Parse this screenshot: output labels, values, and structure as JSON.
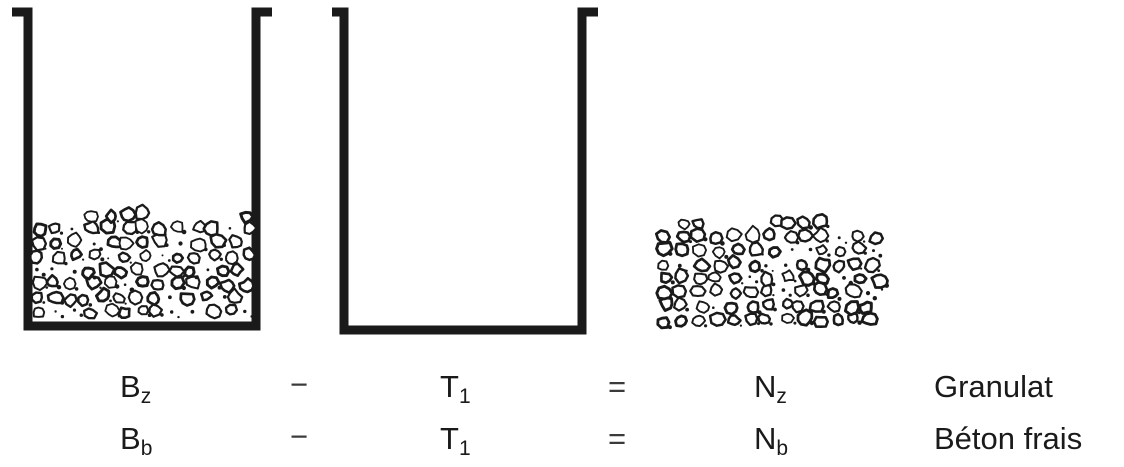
{
  "diagram": {
    "rows": [
      {
        "left": "B",
        "left_sub": "z",
        "op1": "−",
        "mid": "T",
        "mid_sub": "1",
        "op2": "=",
        "right": "N",
        "right_sub": "z",
        "label": "Granulat"
      },
      {
        "left": "B",
        "left_sub": "b",
        "op1": "−",
        "mid": "T",
        "mid_sub": "1",
        "op2": "=",
        "right": "N",
        "right_sub": "b",
        "label": "Béton frais"
      }
    ],
    "containers": [
      {
        "id": "filled-container",
        "content": "aggregate"
      },
      {
        "id": "empty-container",
        "content": "empty"
      },
      {
        "id": "material-heap",
        "content": "aggregate"
      }
    ],
    "colors": {
      "ink": "#1a1a1a",
      "background": "#ffffff"
    }
  }
}
